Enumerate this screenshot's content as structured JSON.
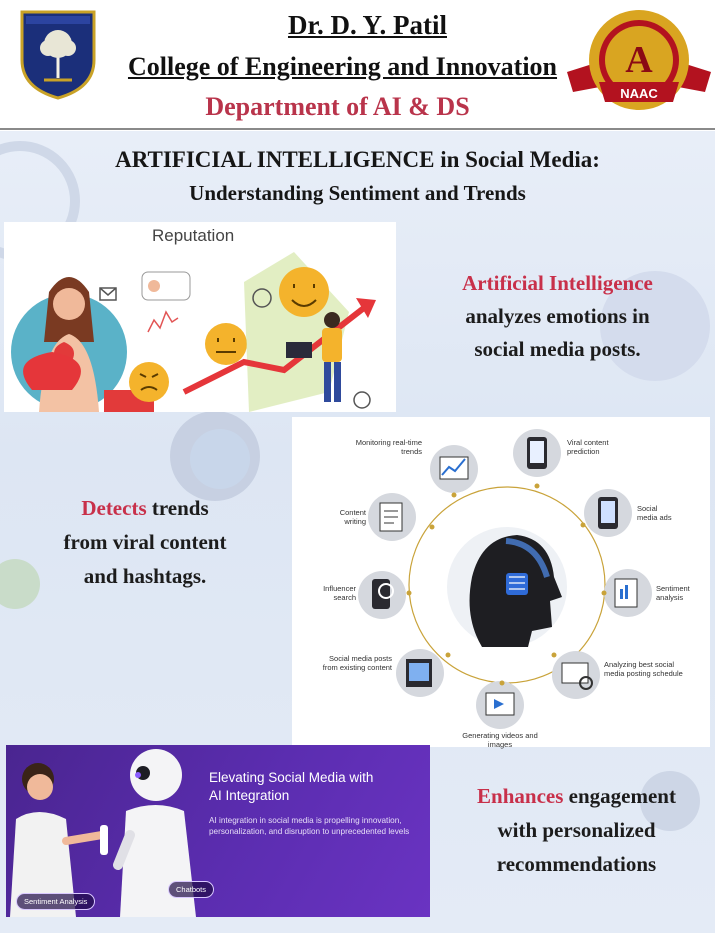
{
  "header": {
    "college_name_line1": "Dr. D. Y. Patil",
    "college_name_line2": "College of Engineering and Innovation",
    "department": "Department of AI & DS",
    "naac_grade": "A",
    "naac_label": "NAAC"
  },
  "poster": {
    "title_line1": "ARTIFICIAL INTELLIGENCE in Social Media:",
    "title_line2": "Understanding Sentiment and Trends",
    "panel1": {
      "image_label": "Reputation",
      "highlight": "Artificial Intelligence",
      "line1": "analyzes emotions in",
      "line2": "social media posts."
    },
    "panel2": {
      "highlight": "Detects",
      "line1_rest": " trends",
      "line2": "from viral content",
      "line3": "and hashtags."
    },
    "diagram": {
      "nodes": [
        {
          "label": "Monitoring real-time trends",
          "icon": "trend-chart-icon"
        },
        {
          "label": "Viral content prediction",
          "icon": "phone-icon"
        },
        {
          "label": "Social media ads",
          "icon": "mobile-ad-icon"
        },
        {
          "label": "Sentiment analysis",
          "icon": "document-chart-icon"
        },
        {
          "label": "Analyzing best social media posting schedule",
          "icon": "calendar-search-icon"
        },
        {
          "label": "Generating videos and images",
          "icon": "video-icon"
        },
        {
          "label": "Social media posts from existing content",
          "icon": "gallery-icon"
        },
        {
          "label": "Influencer search",
          "icon": "phone-search-icon"
        },
        {
          "label": "Content writing",
          "icon": "document-pen-icon"
        }
      ]
    },
    "panel3": {
      "title_line1": "Elevating Social Media with",
      "title_line2": "AI Integration",
      "body": "AI integration in social media is propelling innovation, personalization, and disruption to unprecedented levels",
      "tag1": "Sentiment Analysis",
      "tag2": "Chatbots",
      "highlight": "Enhances",
      "line1_rest": " engagement",
      "line2": "with personalized",
      "line3": "recommendations"
    }
  },
  "colors": {
    "accent_red": "#c8304a",
    "department_red": "#b9344b",
    "panel_purple": "#5b2db0"
  }
}
